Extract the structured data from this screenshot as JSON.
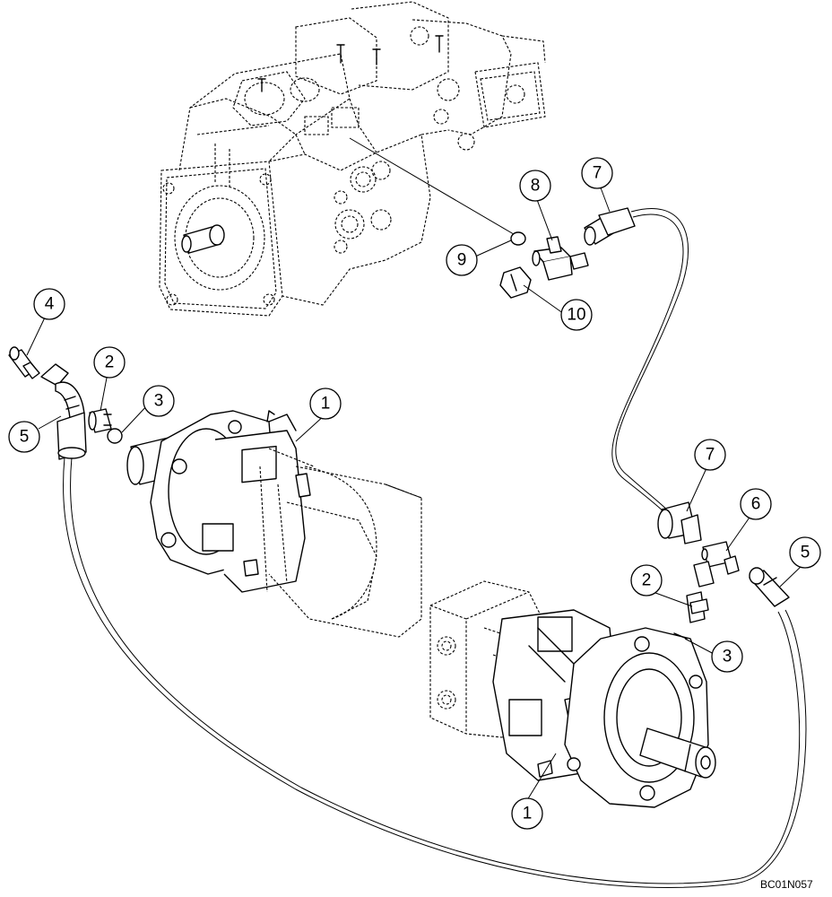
{
  "diagram": {
    "drawing_code": "BC01N057",
    "callouts": [
      {
        "id": "c-1-upper",
        "label": "1"
      },
      {
        "id": "c-1-lower",
        "label": "1"
      },
      {
        "id": "c-2-left",
        "label": "2"
      },
      {
        "id": "c-2-right",
        "label": "2"
      },
      {
        "id": "c-3-left",
        "label": "3"
      },
      {
        "id": "c-3-right",
        "label": "3"
      },
      {
        "id": "c-4",
        "label": "4"
      },
      {
        "id": "c-5-left",
        "label": "5"
      },
      {
        "id": "c-5-right",
        "label": "5"
      },
      {
        "id": "c-6",
        "label": "6"
      },
      {
        "id": "c-7-top",
        "label": "7"
      },
      {
        "id": "c-7-mid",
        "label": "7"
      },
      {
        "id": "c-8",
        "label": "8"
      },
      {
        "id": "c-9",
        "label": "9"
      },
      {
        "id": "c-10",
        "label": "10"
      }
    ]
  }
}
